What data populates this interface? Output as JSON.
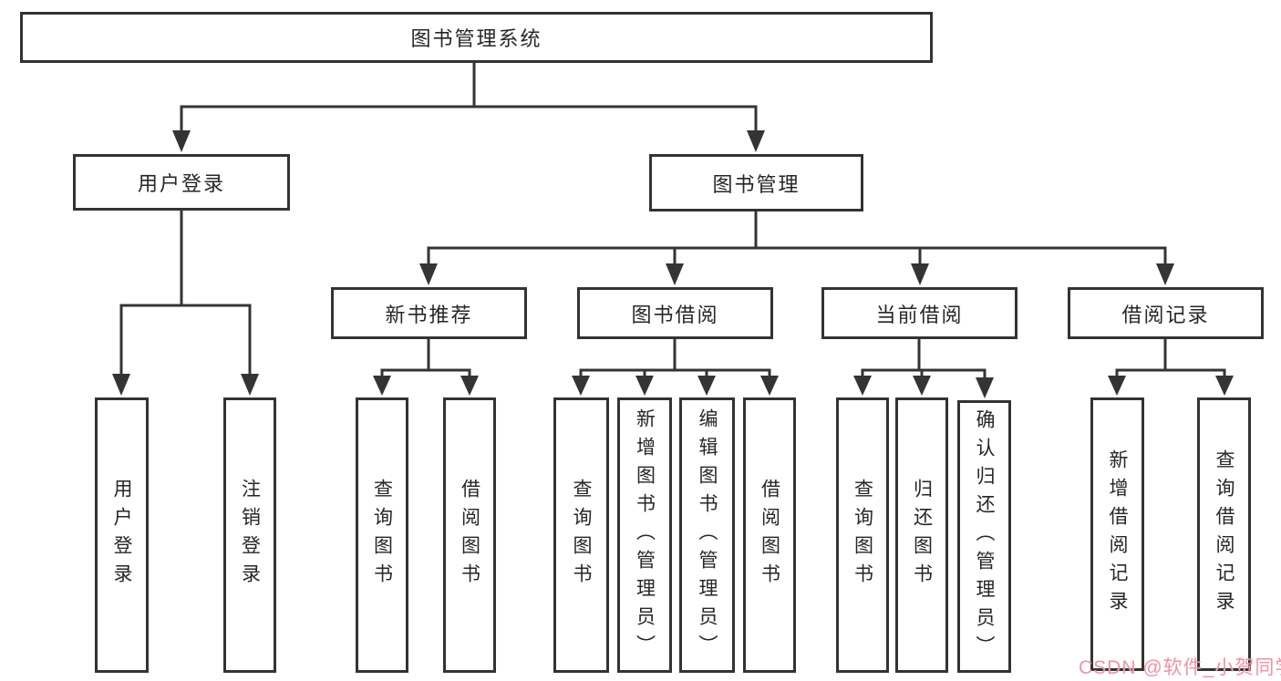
{
  "diagram": {
    "root": {
      "label": "图书管理系统",
      "children": [
        {
          "label": "用户登录",
          "children": [
            {
              "label": "用户登录"
            },
            {
              "label": "注销登录"
            }
          ]
        },
        {
          "label": "图书管理",
          "children": [
            {
              "label": "新书推荐",
              "children": [
                {
                  "label": "查询图书"
                },
                {
                  "label": "借阅图书"
                }
              ]
            },
            {
              "label": "图书借阅",
              "children": [
                {
                  "label": "查询图书"
                },
                {
                  "label": "新增图书（管理员）"
                },
                {
                  "label": "编辑图书（管理员）"
                },
                {
                  "label": "借阅图书"
                }
              ]
            },
            {
              "label": "当前借阅",
              "children": [
                {
                  "label": "查询图书"
                },
                {
                  "label": "归还图书"
                },
                {
                  "label": "确认归还（管理员）"
                }
              ]
            },
            {
              "label": "借阅记录",
              "children": [
                {
                  "label": "新增借阅记录"
                },
                {
                  "label": "查询借阅记录"
                }
              ]
            }
          ]
        }
      ]
    }
  },
  "watermark": {
    "text": "CSDN @软件_小贺同学"
  },
  "colors": {
    "line": "#343434",
    "box_border": "#333333",
    "text": "#262626",
    "background": "#ffffff",
    "watermark_pink": "#f191a5"
  }
}
